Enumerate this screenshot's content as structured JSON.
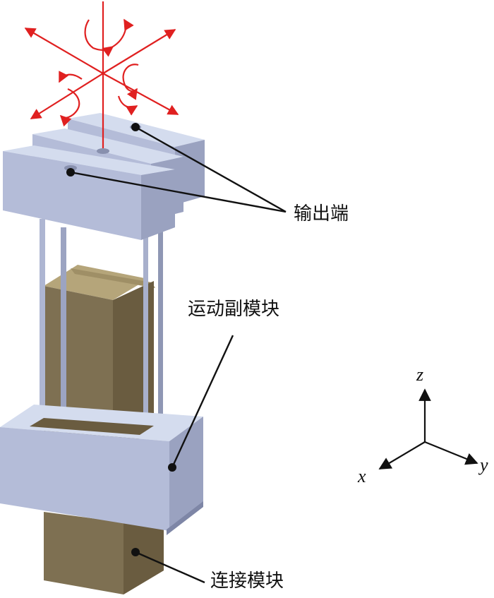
{
  "labels": {
    "output_end": "输出端",
    "motion_pair_module": "运动副模块",
    "connection_module": "连接模块"
  },
  "axes": {
    "x": "x",
    "y": "y",
    "z": "z"
  },
  "colors": {
    "block_top": "#d4dcee",
    "block_front": "#b4bcd8",
    "block_side": "#9aa2c0",
    "tan_top": "#b5a57a",
    "tan_front": "#7e7052",
    "tan_side": "#6a5c40",
    "dof_arrows": "#e02020",
    "leader": "#111111"
  }
}
